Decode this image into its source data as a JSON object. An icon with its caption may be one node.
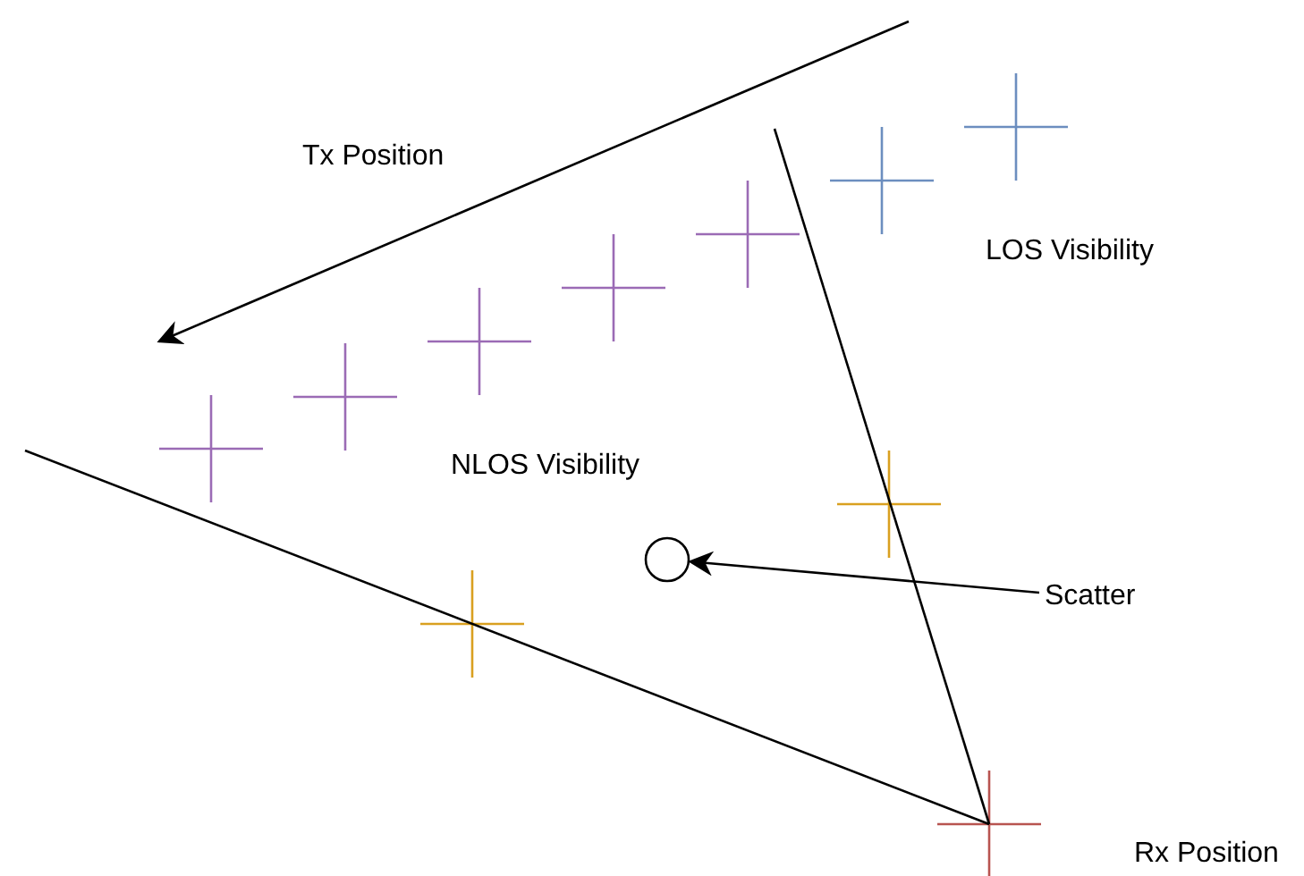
{
  "diagram": {
    "nodes": [
      {
        "text": [
          "Scatter"
        ]
      },
      {
        "text": [],
        "shape": "circle"
      }
    ],
    "edges": [
      {
        "from": 0,
        "to": 1,
        "arrow": "to"
      }
    ],
    "labels": [
      "Tx Position",
      "LOS Visibility",
      "NLOS Visibility",
      "Rx Position"
    ]
  }
}
